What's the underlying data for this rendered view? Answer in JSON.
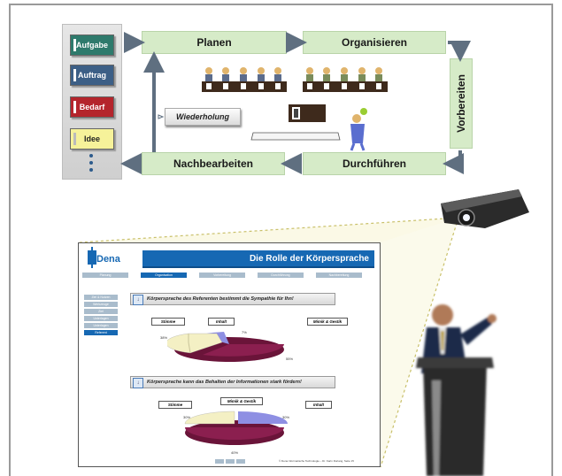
{
  "tasks": [
    "Aufgabe",
    "Auftrag",
    "Bedarf",
    "Idee"
  ],
  "flow": {
    "planen": "Planen",
    "organisieren": "Organisieren",
    "vorbereiten": "Vorbereiten",
    "durchfuehren": "Durchführen",
    "nachbearbeiten": "Nachbearbeiten",
    "wiederholung": "Wiederholung"
  },
  "slide": {
    "logo": "Dena",
    "title": "Die Rolle der Körpersprache",
    "nav": [
      "Planung",
      "Organisation",
      "Vorbereitung",
      "Durchführung",
      "Nachbereitung"
    ],
    "side": [
      "Ziel & Nutzen",
      "Werkzeuge",
      "Ziel",
      "Unterlagen",
      "Unterlagen",
      "Referent"
    ],
    "q1": "Körpersprache des Referenten bestimmt die Sympathie für Ihn!",
    "q2": "Körpersprache kann das Behalten der Informationen stark fördern!",
    "chart1": {
      "stimme": "Stimme",
      "inhalt": "Inhalt",
      "mimik": "Mimik & Gestik",
      "p_stimme": "38%",
      "p_inhalt": "7%",
      "p_mimik": "55%"
    },
    "chart2": {
      "stimme": "Stimme",
      "mimik": "Mimik & Gestik",
      "inhalt": "Inhalt",
      "p_stimme": "30%",
      "p_inhalt": "30%",
      "p_mimik": "40%"
    },
    "footer": "© Dena Informatische Technologie – Dr. Karin Doriang, Seite 15"
  },
  "colors": {
    "flow": "#d6ebc8",
    "arrow": "#5f6f80",
    "aufgabe": "#2e7a6c",
    "auftrag": "#3c5f86",
    "bedarf": "#b4252c",
    "idee": "#f6f29a",
    "slide_header": "#1668b3",
    "pie_purple": "#8b1f4f",
    "pie_cream": "#f4f0c4",
    "pie_blue": "#8e8fe3"
  }
}
